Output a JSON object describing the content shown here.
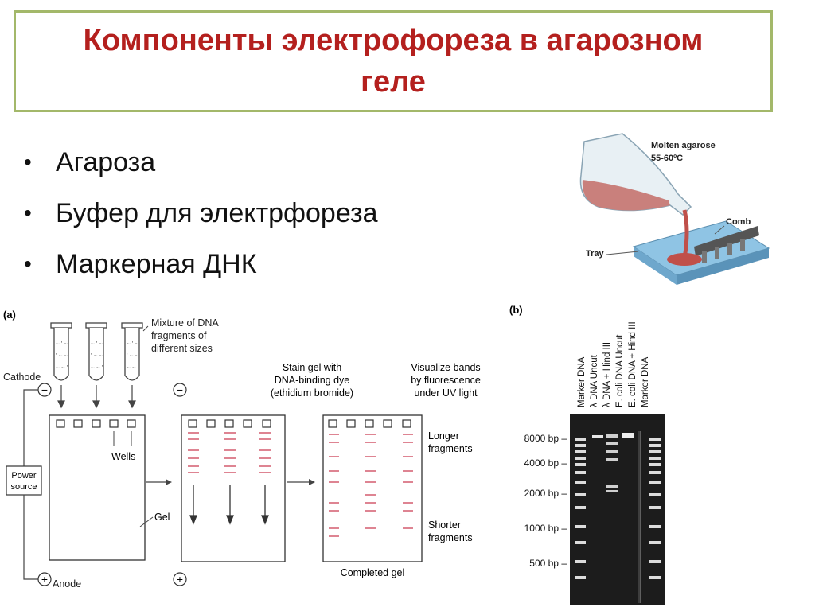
{
  "title": {
    "line1": "Компоненты электрофореза в агарозном",
    "line2": "геле"
  },
  "bullets": [
    "Агароза",
    "Буфер для электрфореза",
    "Маркерная ДНК"
  ],
  "agarose_figure": {
    "molten_line1": "Molten agarose",
    "molten_line2": "55-60ºC",
    "comb": "Comb",
    "tray": "Tray"
  },
  "diagram_a": {
    "panel_label": "(a)",
    "mixture_line1": "Mixture of DNA",
    "mixture_line2": "fragments of",
    "mixture_line3": "different sizes",
    "cathode": "Cathode",
    "minus": "−",
    "plus": "+",
    "power_line1": "Power",
    "power_line2": "source",
    "wells": "Wells",
    "gel": "Gel",
    "anode": "Anode",
    "stain_line1": "Stain gel with",
    "stain_line2": "DNA-binding dye",
    "stain_line3": "(ethidium bromide)",
    "visualize_line1": "Visualize bands",
    "visualize_line2": "by fluorescence",
    "visualize_line3": "under UV light",
    "longer_line1": "Longer",
    "longer_line2": "fragments",
    "shorter_line1": "Shorter",
    "shorter_line2": "fragments",
    "completed": "Completed gel"
  },
  "gel_photo": {
    "panel_label": "(b)",
    "lanes": [
      "Marker DNA",
      "λ DNA Uncut",
      "λ DNA + Hind III",
      "E. coli DNA Uncut",
      "E. coli DNA + Hind III",
      "Marker DNA"
    ],
    "sizes": [
      "8000 bp –",
      "4000 bp –",
      "2000 bp –",
      "1000 bp –",
      "500 bp –"
    ]
  },
  "colors": {
    "title": "#b4201e",
    "title_border": "#a3b86a",
    "band": "#c8324a",
    "gel_photo_bg": "#1c1c1c"
  }
}
